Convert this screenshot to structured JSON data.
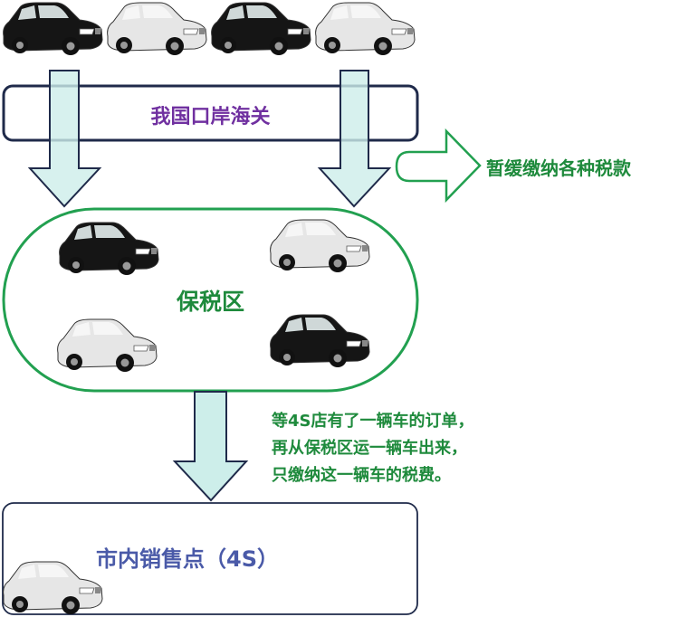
{
  "customs": {
    "label": "我国口岸海关"
  },
  "defer": {
    "label": "暂缓缴纳各种税款"
  },
  "bonded_zone": {
    "label": "保税区"
  },
  "note": {
    "lines": [
      "等4S店有了一辆车的订单，",
      "再从保税区运一辆车出来，",
      "只缴纳这一辆车的税费。"
    ]
  },
  "store": {
    "label": "市内销售点（4S）"
  },
  "colors": {
    "purple": "#7030a0",
    "green": "#1e8a3c",
    "outline_green": "#22a050",
    "blue": "#4a5aa8",
    "navy": "#1f2a4a",
    "arrow_fill": "#cdeeea"
  }
}
